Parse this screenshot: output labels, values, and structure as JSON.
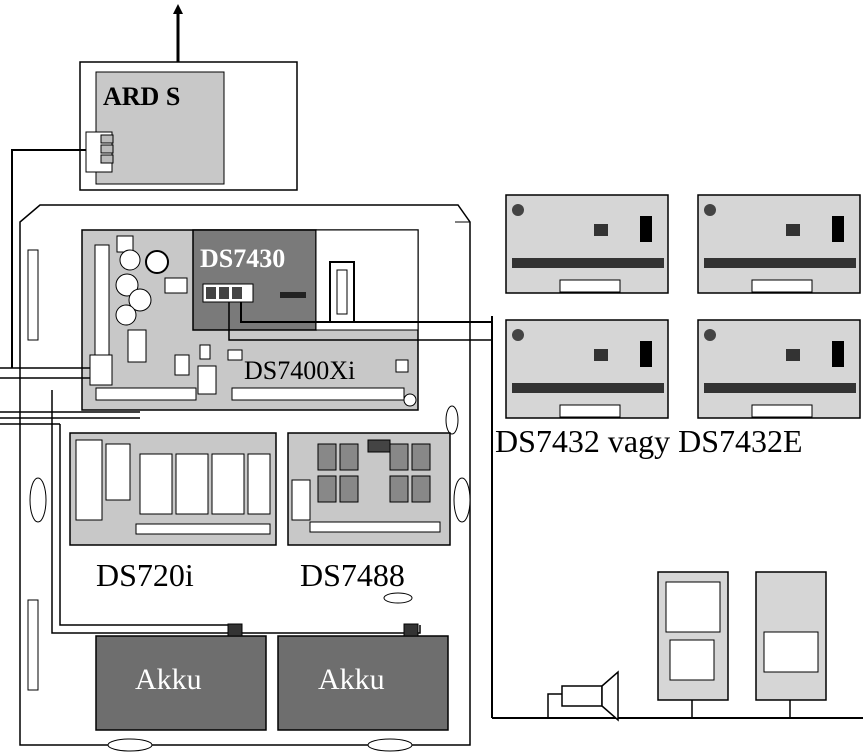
{
  "diagram": {
    "labels": {
      "ard": "ARD  S",
      "ds7430": "DS7430",
      "ds7400xi": "DS7400Xi",
      "ds7432": "DS7432 vagy DS7432E",
      "ds720i": "DS720i",
      "ds7488": "DS7488",
      "battery_1": "Akku",
      "battery_2": "Akku"
    },
    "colors": {
      "line": "#000000",
      "board_fill": "#c8c8c8",
      "ds7430_fill": "#7a7a7a",
      "battery_fill": "#6e6e6e",
      "battery_text": "#ffffff",
      "ds7430_text": "#ffffff",
      "keypad_fill": "#d6d6d6"
    },
    "icons": [
      "siren-icon",
      "keypad-icon",
      "keypad-icon"
    ]
  }
}
